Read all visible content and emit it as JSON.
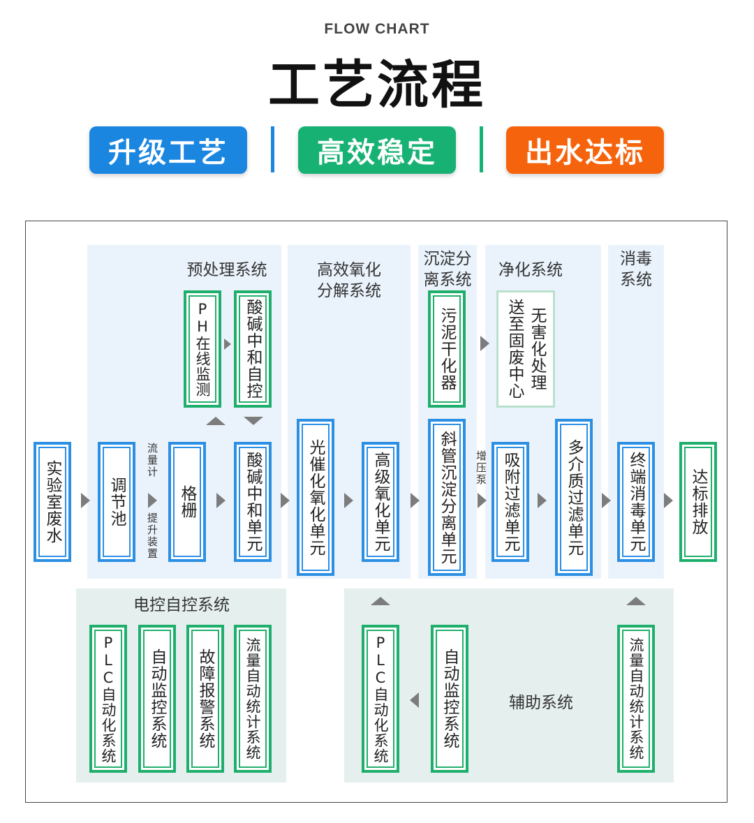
{
  "header": {
    "subtitle": "FLOW CHART",
    "title": "工艺流程"
  },
  "badges": [
    {
      "label": "升级工艺",
      "color": "#1a86e0"
    },
    {
      "label": "高效稳定",
      "color": "#17b273"
    },
    {
      "label": "出水达标",
      "color": "#f5640d"
    }
  ],
  "divider_colors": [
    "#1a86e0",
    "#17b273"
  ],
  "sections": {
    "pretreat": "预处理系统",
    "oxidation": "高效氧化\n分解系统",
    "settling": "沉淀分\n离系统",
    "purify": "净化系统",
    "disinfect": "消毒\n系统",
    "electric": "电控自控系统",
    "aux": "辅助系统"
  },
  "boxes": {
    "lab_waste": "实验室废水",
    "regulating_pool": "调节池",
    "grille": "格栅",
    "acid_base_unit": "酸碱中和单元",
    "ph_monitor": "PH在线监测",
    "acid_base_auto": "酸碱中和自控",
    "photocatalytic": "光催化氧化单元",
    "advanced_oxidation": "高级氧化单元",
    "sludge_dryer": "污泥干化器",
    "inclined_tube": "斜管沉淀分离单元",
    "harmless_a": "无害化处理",
    "harmless_b": "送至固废中心",
    "adsorption": "吸附过滤单元",
    "multimedia": "多介质过滤单元",
    "terminal_disinfect": "终端消毒单元",
    "discharge": "达标排放",
    "plc_auto": "PLC自动化系统",
    "auto_monitor": "自动监控系统",
    "fault_alarm": "故障报警系统",
    "flow_stats": "流量自动统计系统",
    "aux_plc": "PLC自动化系统",
    "aux_monitor": "自动监控系统",
    "aux_flow": "流量自动统计系统"
  },
  "labels": {
    "flow_meter": "流量计",
    "lift_device": "提升装置",
    "booster_pump": "增压泵"
  }
}
